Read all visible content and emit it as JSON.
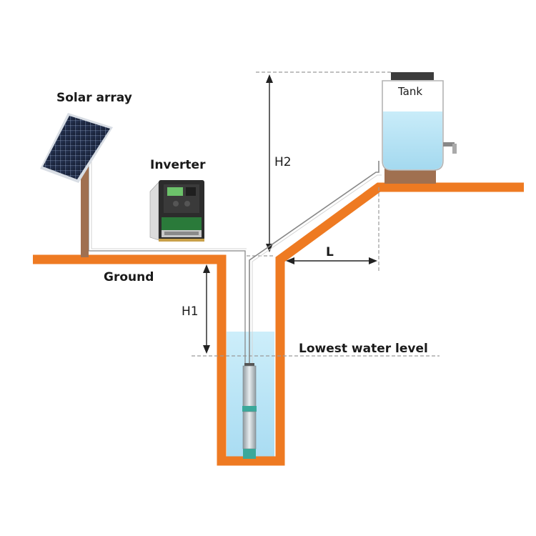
{
  "diagram": {
    "labels": {
      "solar_array": "Solar array",
      "inverter": "Inverter",
      "tank": "Tank",
      "h2": "H2",
      "l": "L",
      "ground": "Ground",
      "h1": "H1",
      "lowest_water_level": "Lowest water level"
    }
  },
  "colors": {
    "ground": "#ee7a22",
    "soil": "#a07050",
    "water": "#bfe6f5",
    "inverter_body": "#2c2c2c",
    "pump": "#3aa89a",
    "panel": "#1e2a44"
  }
}
